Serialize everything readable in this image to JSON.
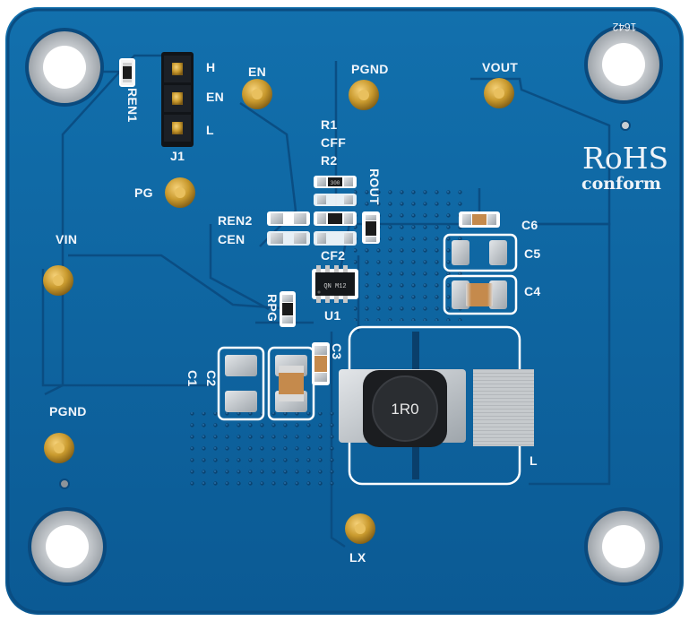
{
  "board": {
    "id_code": "1642",
    "rohs": {
      "title": "RoHS",
      "subtitle": "conform"
    },
    "colors": {
      "pcb": "#0e5e9a",
      "pcb_dark": "#0a4a7e",
      "silkscreen": "#f2f6fb",
      "pad": "#c9cdd2",
      "gold": "#c99a2e"
    }
  },
  "test_points": {
    "en": "EN",
    "pgnd_top": "PGND",
    "vout": "VOUT",
    "pg": "PG",
    "vin": "VIN",
    "pgnd_left": "PGND",
    "lx": "LX"
  },
  "jumper": {
    "name": "J1",
    "positions": {
      "high": "H",
      "enable": "EN",
      "low": "L"
    }
  },
  "components": {
    "ren1": "REN1",
    "r1": "R1",
    "cff": "CFF",
    "r2": "R2",
    "rout": "ROUT",
    "ren2": "REN2",
    "cen": "CEN",
    "cf2": "CF2",
    "rpg": "RPG",
    "u1": "U1",
    "c1": "C1",
    "c2": "C2",
    "c3": "C3",
    "c4": "C4",
    "c5": "C5",
    "c6": "C6",
    "inductor_ref": "L"
  },
  "part_markings": {
    "inductor_value": "1R0",
    "ic_marking": "QN M12",
    "resistor_code": "300"
  }
}
